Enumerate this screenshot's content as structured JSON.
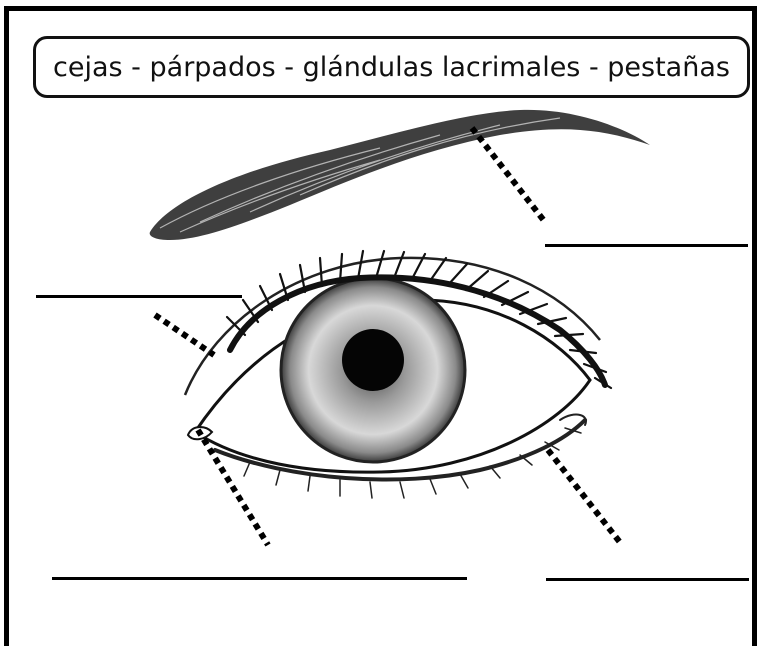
{
  "word_bank": {
    "text": "cejas - párpados - glándulas lacrimales - pestañas",
    "terms": [
      "cejas",
      "párpados",
      "glándulas lacrimales",
      "pestañas"
    ]
  },
  "answer_blanks": [
    "",
    "",
    "",
    ""
  ],
  "icons": [
    "eyebrow-icon",
    "eye-icon",
    "iris-icon",
    "pupil-icon",
    "eyelashes-icon"
  ]
}
